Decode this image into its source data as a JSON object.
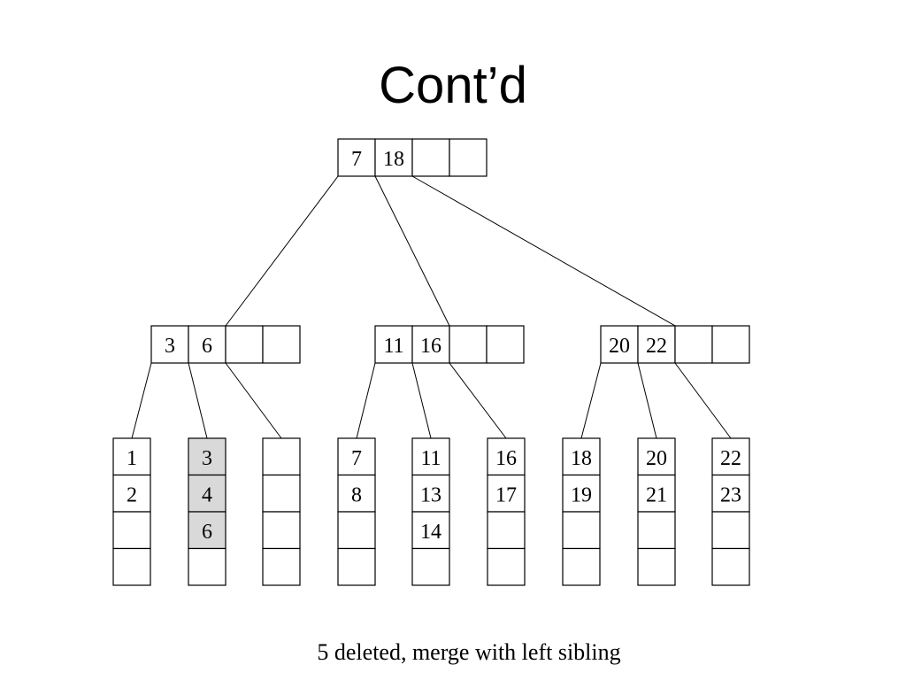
{
  "slide": {
    "title": "Cont’d",
    "caption": "5 deleted, merge with left sibling"
  },
  "colors": {
    "highlight": "#d9d9d9",
    "stroke": "#000000"
  },
  "tree": {
    "root": {
      "id": "root",
      "keys": [
        "7",
        "18",
        "",
        ""
      ]
    },
    "internal": [
      {
        "id": "internal-1",
        "keys": [
          "3",
          "6",
          "",
          ""
        ]
      },
      {
        "id": "internal-2",
        "keys": [
          "11",
          "16",
          "",
          ""
        ]
      },
      {
        "id": "internal-3",
        "keys": [
          "20",
          "22",
          "",
          ""
        ]
      }
    ],
    "leaves": [
      {
        "id": "leaf-1",
        "keys": [
          "1",
          "2",
          "",
          ""
        ],
        "highlighted": false
      },
      {
        "id": "leaf-2",
        "keys": [
          "3",
          "4",
          "6",
          ""
        ],
        "highlighted": true
      },
      {
        "id": "leaf-3",
        "keys": [
          "",
          "",
          "",
          ""
        ],
        "highlighted": false
      },
      {
        "id": "leaf-4",
        "keys": [
          "7",
          "8",
          "",
          ""
        ],
        "highlighted": false
      },
      {
        "id": "leaf-5",
        "keys": [
          "11",
          "13",
          "14",
          ""
        ],
        "highlighted": false
      },
      {
        "id": "leaf-6",
        "keys": [
          "16",
          "17",
          "",
          ""
        ],
        "highlighted": false
      },
      {
        "id": "leaf-7",
        "keys": [
          "18",
          "19",
          "",
          ""
        ],
        "highlighted": false
      },
      {
        "id": "leaf-8",
        "keys": [
          "20",
          "21",
          "",
          ""
        ],
        "highlighted": false
      },
      {
        "id": "leaf-9",
        "keys": [
          "22",
          "23",
          "",
          ""
        ],
        "highlighted": false
      }
    ]
  }
}
